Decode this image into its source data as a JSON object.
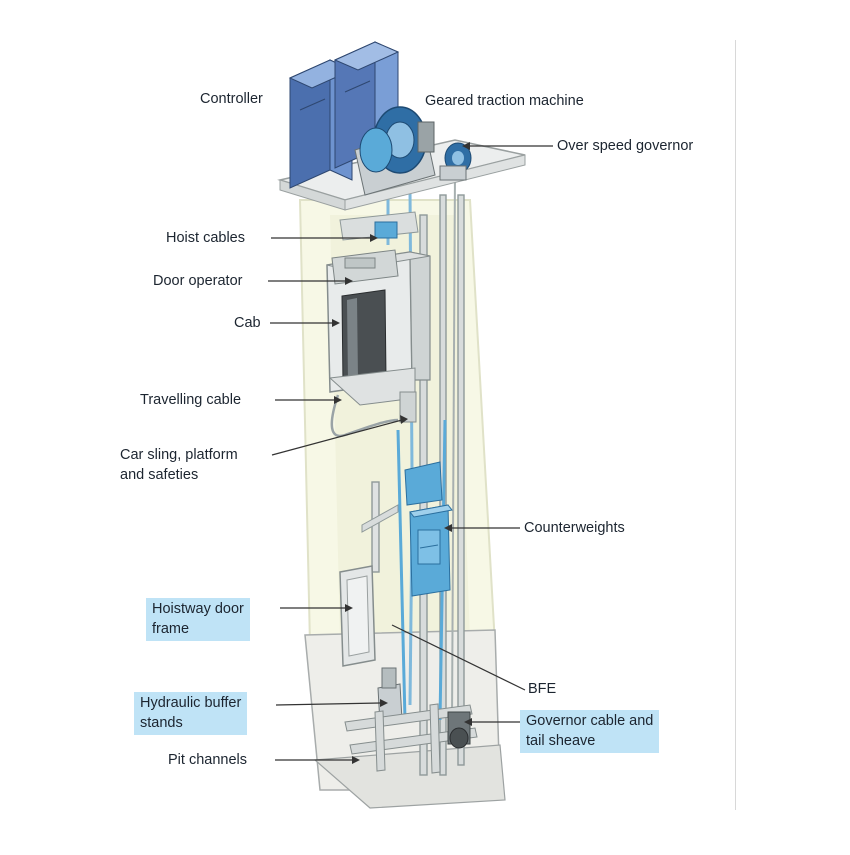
{
  "labels": {
    "controller": "Controller",
    "traction_machine": "Geared traction machine",
    "governor": "Over speed governor",
    "hoist_cables": "Hoist cables",
    "door_operator": "Door operator",
    "cab": "Cab",
    "travelling_cable": "Travelling cable",
    "car_sling_1": "Car sling, platform",
    "car_sling_2": "and safeties",
    "counterweights": "Counterweights",
    "hoistway_door_1": "Hoistway door",
    "hoistway_door_2": "frame",
    "bfe": "BFE",
    "buffer_1": "Hydraulic buffer",
    "buffer_2": "stands",
    "governor_cable_1": "Governor cable and",
    "governor_cable_2": "tail sheave",
    "pit_channels": "Pit channels"
  },
  "colors": {
    "shaft": "#f7f8e6",
    "structure": "#e3e6e6",
    "outline": "#8a9090",
    "cabinet": "#5d84c2",
    "component_blue": "#5aaad8",
    "highlight_bg": "#bfe3f6",
    "arrow": "#333333"
  }
}
